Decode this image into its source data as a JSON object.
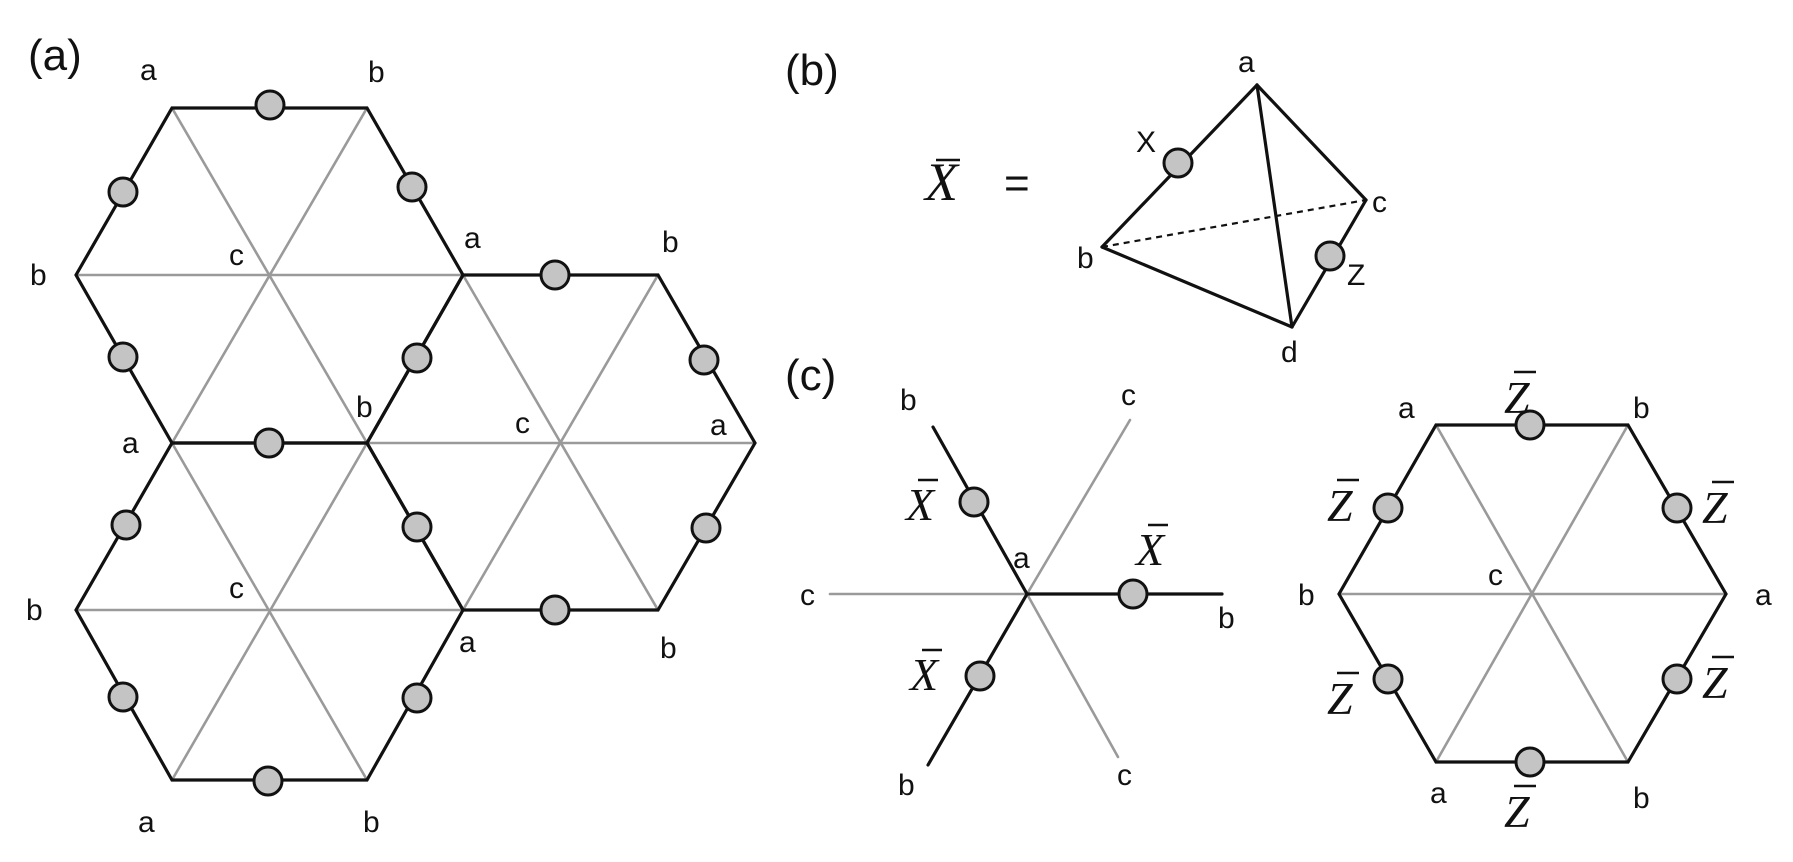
{
  "panels": {
    "a": "(a)",
    "b": "(b)",
    "c": "(c)"
  },
  "panel_a": {
    "labels": {
      "h1_top_left": "a",
      "h1_top_right": "b",
      "h1_left": "b",
      "h1_center": "c",
      "h1_right": "a",
      "h1_bottom_right": "b",
      "h1_bottom_left": "a",
      "h2_top_right": "b",
      "h2_center": "c",
      "h2_right": "a",
      "h2_bottom_right": "b",
      "h3_left": "b",
      "h3_center": "c",
      "h3_right": "a",
      "h3_bottom_left": "a",
      "h3_bottom_right": "b"
    }
  },
  "panel_b": {
    "operator": "X",
    "equals": "=",
    "labels": {
      "a": "a",
      "b": "b",
      "c": "c",
      "d": "d",
      "x": "X",
      "z": "Z"
    }
  },
  "panel_c": {
    "star_labels": {
      "top_left": "b",
      "top_right": "c",
      "left": "c",
      "center": "a",
      "right": "b",
      "bottom_left": "b",
      "bottom_right": "c"
    },
    "star_ops": {
      "upper_left": "X",
      "right": "X",
      "lower_left": "X"
    },
    "hex_labels": {
      "top_left": "a",
      "top_right": "b",
      "left": "b",
      "center": "c",
      "right": "a",
      "bottom_left": "a",
      "bottom_right": "b"
    },
    "hex_ops": {
      "top": "Z",
      "upper_left": "Z",
      "upper_right": "Z",
      "lower_left": "Z",
      "lower_right": "Z",
      "bottom": "Z"
    }
  }
}
